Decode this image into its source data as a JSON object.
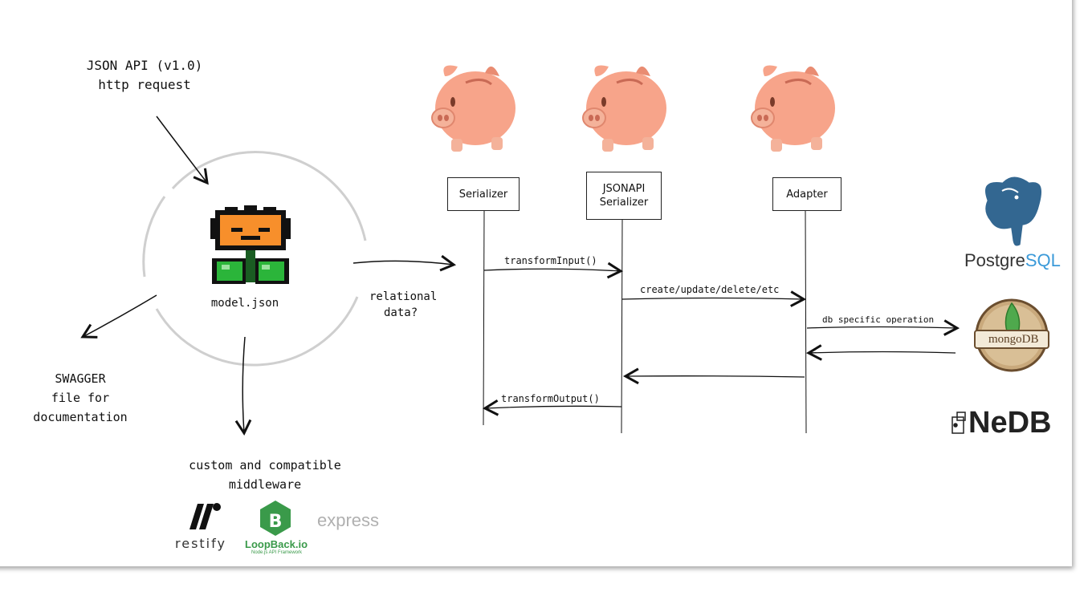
{
  "request": {
    "line1": "JSON API (v1.0)",
    "line2": "http request"
  },
  "model": {
    "label": "model.json"
  },
  "relational": {
    "line1": "relational",
    "line2": "data?"
  },
  "swagger": {
    "line1": "SWAGGER",
    "line2": "file for",
    "line3": "documentation"
  },
  "middleware": {
    "line1": "custom and compatible",
    "line2": "middleware"
  },
  "frameworks": {
    "restify": "restify",
    "loopback": "LoopBack.io",
    "loopback_sub": "Node.js API Framework",
    "express": "express"
  },
  "lifelines": [
    {
      "label_line1": "Serializer",
      "label_line2": ""
    },
    {
      "label_line1": "JSONAPI",
      "label_line2": "Serializer"
    },
    {
      "label_line1": "Adapter",
      "label_line2": ""
    }
  ],
  "messages": {
    "transform_input": "transformInput()",
    "cud": "create/update/delete/etc",
    "db_op": "db specific operation",
    "transform_output": "transformOutput()"
  },
  "databases": {
    "postgres_a": "Postgre",
    "postgres_b": "SQL",
    "mongo": "mongoDB",
    "nedb": "NeDB"
  },
  "colors": {
    "pig": "#f7a48a",
    "pig_dark": "#e98c72",
    "flower_orange": "#f78f2b",
    "flower_green": "#2bb53a",
    "postgres_blue": "#336791",
    "postgres_light": "#3b9ad9",
    "mongo_green": "#4fa94d",
    "loopback_green": "#3a9a4a"
  }
}
